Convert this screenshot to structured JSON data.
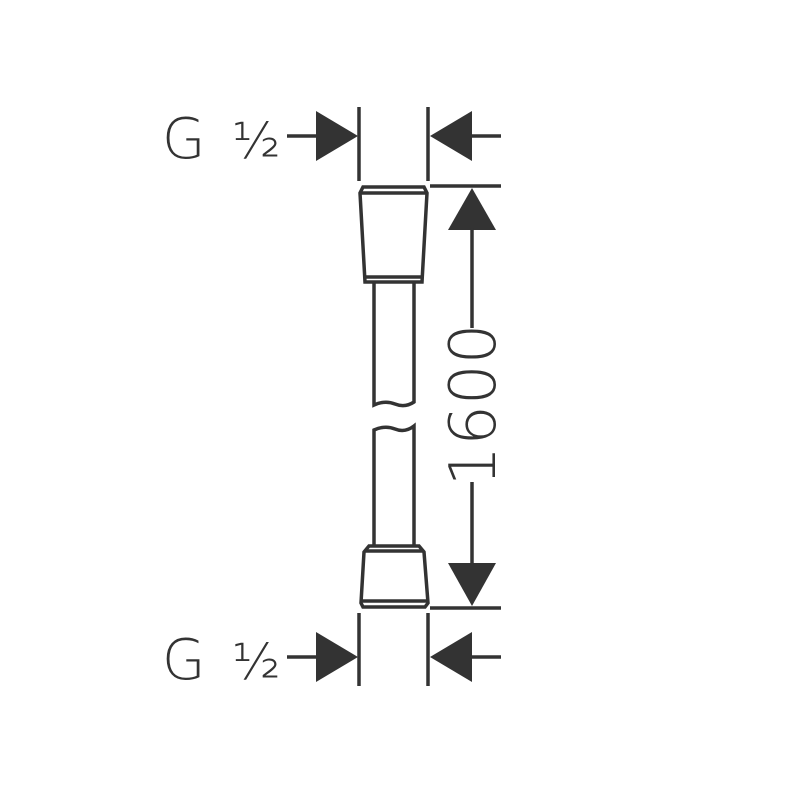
{
  "drawing": {
    "top_connection": {
      "letter": "G",
      "size": "½"
    },
    "bottom_connection": {
      "letter": "G",
      "size": "½"
    },
    "length_dimension": "1600",
    "line_color": "#333333"
  }
}
